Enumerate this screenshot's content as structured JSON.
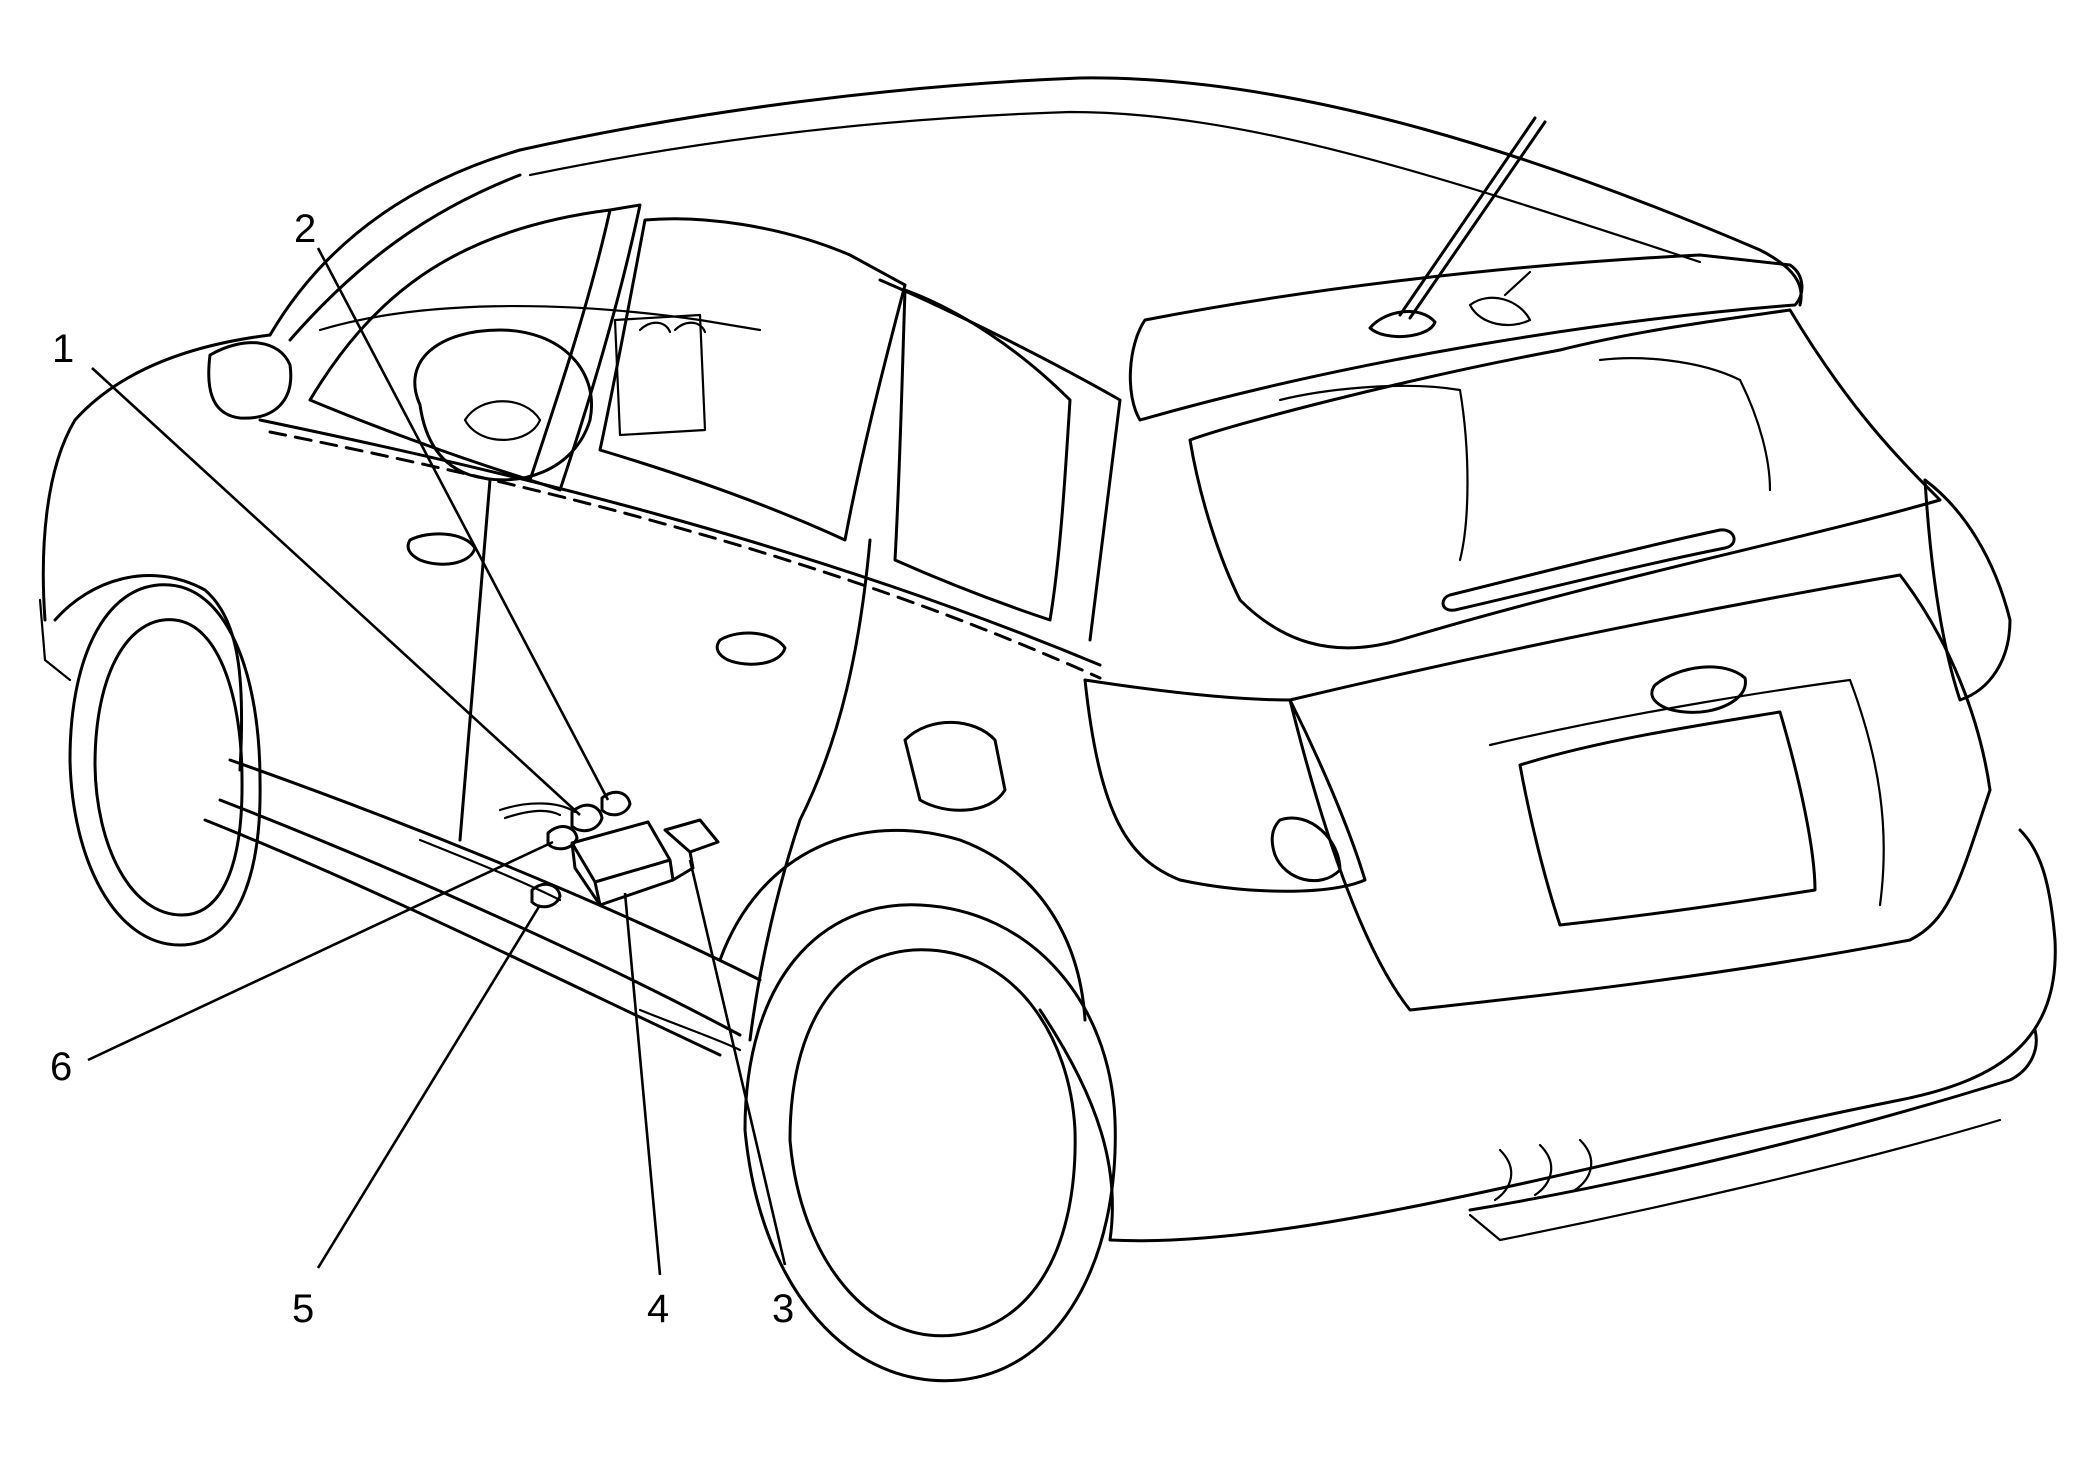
{
  "diagram": {
    "line_color": "#000000",
    "background": "#ffffff",
    "callouts": [
      {
        "number": "1"
      },
      {
        "number": "2"
      },
      {
        "number": "3"
      },
      {
        "number": "4"
      },
      {
        "number": "5"
      },
      {
        "number": "6"
      }
    ]
  }
}
